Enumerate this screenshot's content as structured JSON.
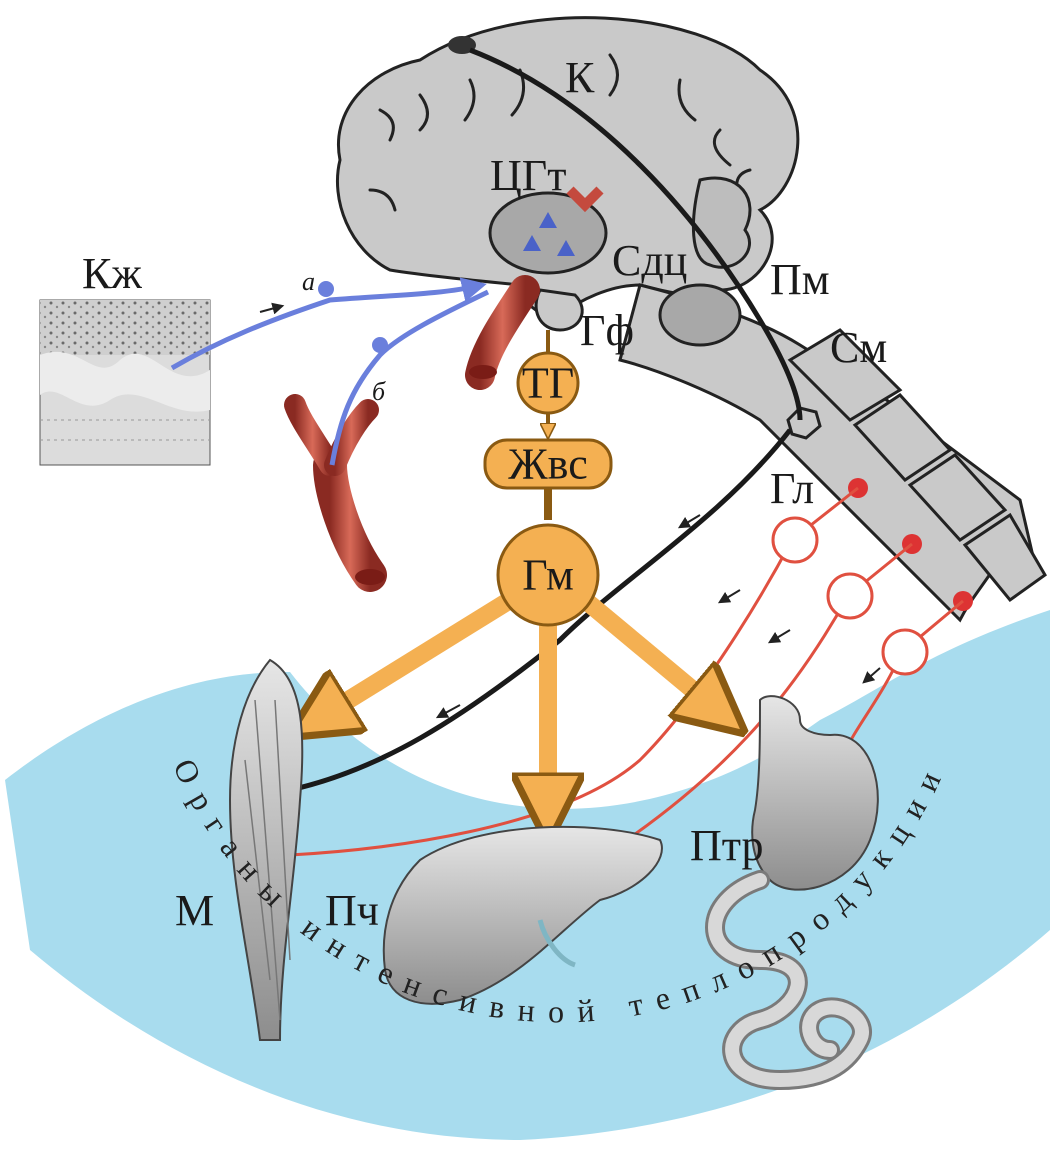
{
  "labels": {
    "cortex": "К",
    "thermoregulation_center": "ЦГт",
    "vasomotor_center": "Сдц",
    "skin": "Кж",
    "medulla": "Пм",
    "hypophysis": "Гф",
    "spinal_cord": "См",
    "ganglion": "Гл",
    "muscle": "М",
    "liver": "Пч",
    "stomach": "Птр",
    "pathway_a": "а",
    "pathway_b": "б"
  },
  "hormone_chain": {
    "tg": "ТГ",
    "zhvs": "Жвс",
    "gm": "Гм"
  },
  "footer": {
    "arc_caption": "Органы интенсивной теплопродукции"
  },
  "colors": {
    "brain_fill": "#c9c9c9",
    "brain_stroke": "#222222",
    "hormone_fill": "#f4b052",
    "hormone_stroke": "#8a5a12",
    "afferent_nerve": "#6a7fdc",
    "blood_vessel": "#c44a3e",
    "efferent_fiber": "#e05040",
    "motor_fiber": "#1a1a1a",
    "organ_zone": "#a8dcee",
    "center_marker": "#4a62c8"
  }
}
